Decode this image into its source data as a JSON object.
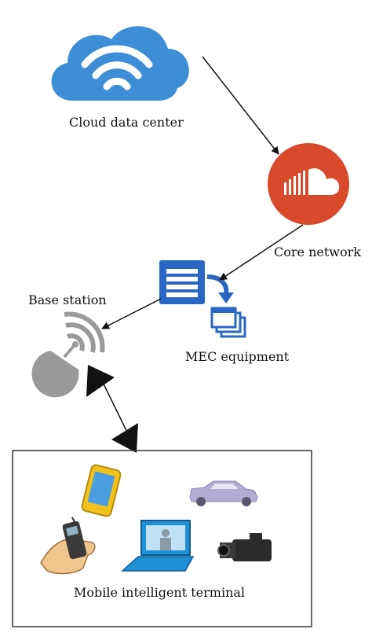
{
  "labels": {
    "cloud": "Cloud data center",
    "core": "Core network",
    "base": "Base station",
    "mec": "MEC equipment",
    "terminal": "Mobile intelligent terminal"
  },
  "colors": {
    "cloud_blue": "#3d8ed6",
    "core_orange": "#d84a2b",
    "mec_blue": "#2a67c4",
    "base_gray": "#9a9a9a",
    "phone_yellow": "#f2c21b",
    "car_lavender": "#b5acd6",
    "laptop_blue": "#1f8fd6"
  },
  "icons": [
    "wifi-cloud-icon",
    "soundcloud-core-icon",
    "server-list-icon",
    "stacked-windows-icon",
    "satellite-dish-icon",
    "smartphone-icon",
    "car-icon",
    "hand-phone-icon",
    "laptop-icon",
    "camcorder-icon"
  ]
}
